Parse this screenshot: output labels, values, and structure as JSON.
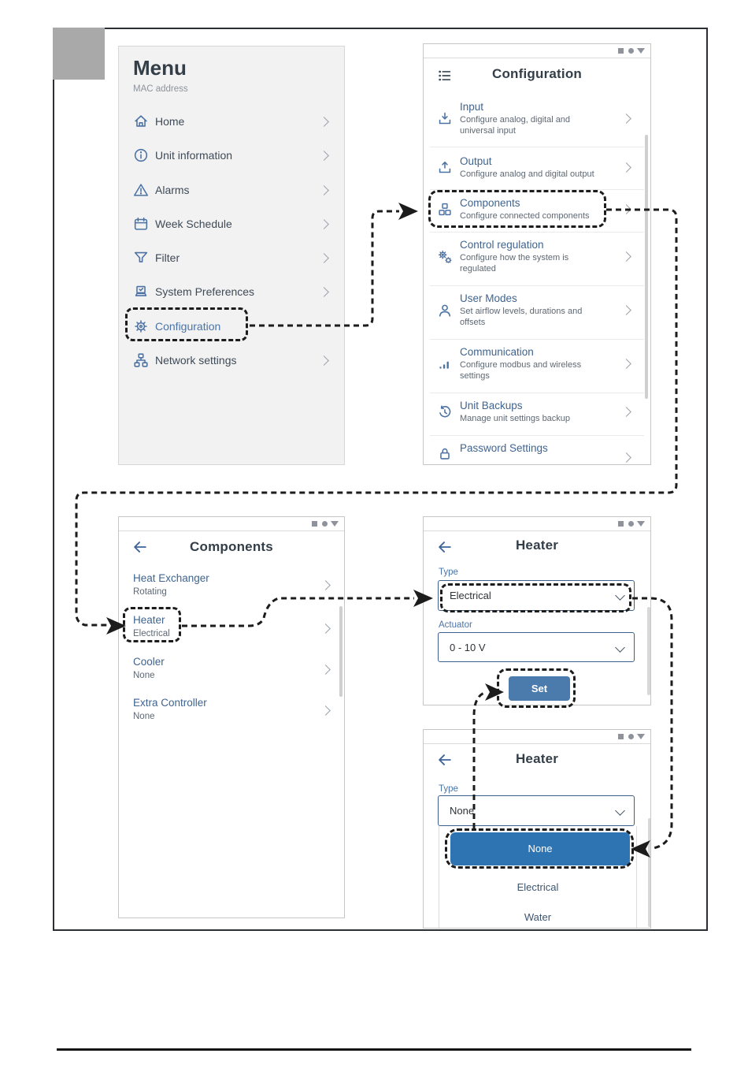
{
  "window_controls": {
    "icons": [
      "window-square-icon",
      "window-circle-icon",
      "window-caret-down-icon"
    ]
  },
  "colors": {
    "accent_blue": "#4a74a8",
    "item_title_blue": "#3f648f",
    "title_dark": "#333e48",
    "text_gray": "#5e6873",
    "set_button_blue": "#4b7bad",
    "selected_option_blue": "#2e74b2",
    "connector_black": "#1c1c1c",
    "step_box_gray": "#a9a9a9"
  },
  "menu": {
    "title": "Menu",
    "subtitle": "MAC address",
    "items": [
      {
        "label": "Home",
        "icon": "home-icon"
      },
      {
        "label": "Unit information",
        "icon": "info-icon"
      },
      {
        "label": "Alarms",
        "icon": "warning-icon"
      },
      {
        "label": "Week Schedule",
        "icon": "calendar-icon"
      },
      {
        "label": "Filter",
        "icon": "filter-icon"
      },
      {
        "label": "System Preferences",
        "icon": "system-preferences-icon"
      },
      {
        "label": "Configuration",
        "icon": "gear-icon",
        "highlighted": true
      },
      {
        "label": "Network settings",
        "icon": "network-icon"
      }
    ]
  },
  "configuration": {
    "title": "Configuration",
    "header_icon": "menu-list-icon",
    "items": [
      {
        "title": "Input",
        "description": "Configure analog, digital and universal input",
        "icon": "input-icon"
      },
      {
        "title": "Output",
        "description": "Configure analog and digital output",
        "icon": "output-icon"
      },
      {
        "title": "Components",
        "description": "Configure connected components",
        "icon": "components-icon",
        "highlighted": true
      },
      {
        "title": "Control regulation",
        "description": "Configure how the system is regulated",
        "icon": "control-regulation-icon"
      },
      {
        "title": "User Modes",
        "description": "Set airflow levels, durations and offsets",
        "icon": "user-icon"
      },
      {
        "title": "Communication",
        "description": "Configure modbus and wireless settings",
        "icon": "signal-bars-icon"
      },
      {
        "title": "Unit Backups",
        "description": "Manage unit settings backup",
        "icon": "history-icon"
      },
      {
        "title": "Password Settings",
        "description": "",
        "icon": "lock-icon"
      }
    ]
  },
  "components": {
    "title": "Components",
    "items": [
      {
        "title": "Heat Exchanger",
        "value": "Rotating"
      },
      {
        "title": "Heater",
        "value": "Electrical",
        "highlighted": true
      },
      {
        "title": "Cooler",
        "value": "None"
      },
      {
        "title": "Extra Controller",
        "value": "None"
      }
    ]
  },
  "heater_electrical": {
    "title": "Heater",
    "type_label": "Type",
    "type_value": "Electrical",
    "actuator_label": "Actuator",
    "actuator_value": "0 - 10 V",
    "set_button": "Set"
  },
  "heater_none": {
    "title": "Heater",
    "type_label": "Type",
    "type_value": "None",
    "options": [
      {
        "label": "None",
        "selected": true
      },
      {
        "label": "Electrical",
        "selected": false
      },
      {
        "label": "Water",
        "selected": false
      }
    ]
  }
}
